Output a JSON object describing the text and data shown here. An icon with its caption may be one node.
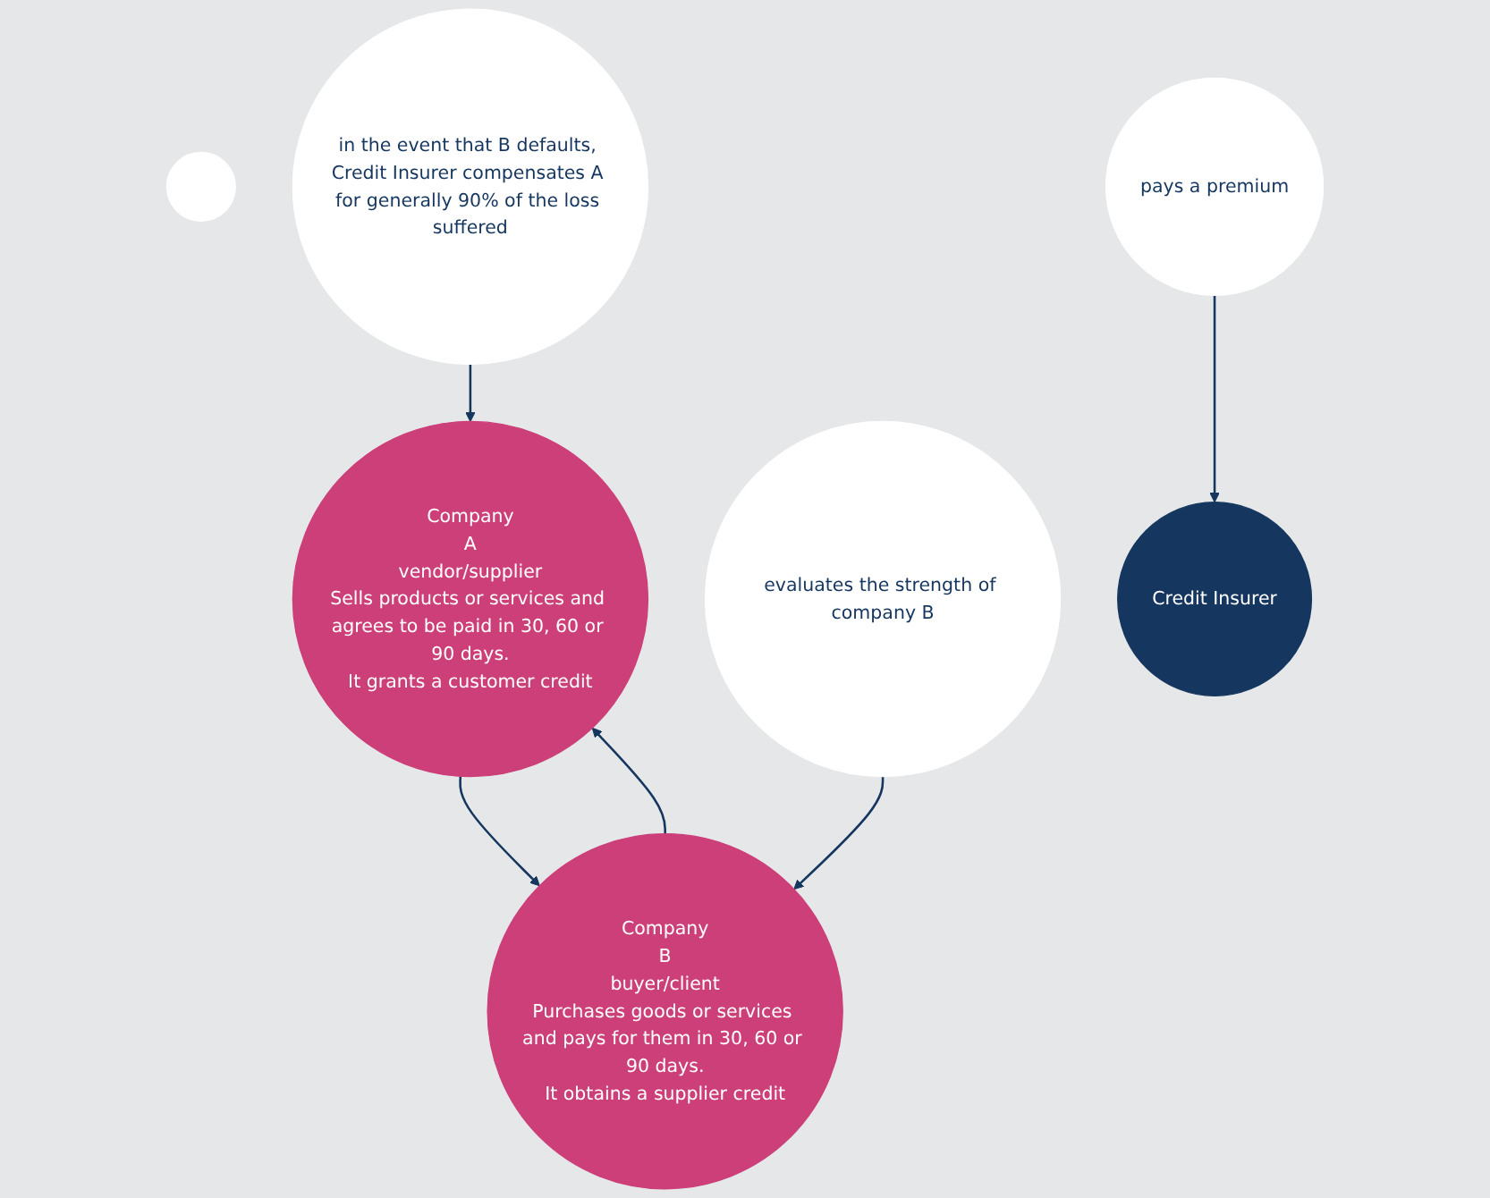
{
  "diagram": {
    "nodes": [
      {
        "text": [
          "Company",
          "A",
          "vendor/supplier",
          "Sells products or services and agrees to be paid in 30, 60 or 90 days.",
          "It grants a customer credit"
        ]
      },
      {
        "text": [],
        "shape": "circle"
      },
      {
        "text": [
          "Company",
          "B",
          "buyer/client",
          "Purchases goods or services and pays for them in 30, 60 or 90 days.",
          "It obtains a supplier credit"
        ]
      },
      {
        "text": [
          "pays a premium"
        ]
      },
      {
        "text": [
          "in the event that B defaults, Credit Insurer compensates A for generally 90% of the loss suffered"
        ]
      },
      {
        "text": [
          "evaluates the strength of company B"
        ]
      },
      {
        "text": [
          "Credit Insurer"
        ]
      }
    ],
    "edges": [
      {
        "from": 0,
        "to": 2,
        "arrow": "to"
      },
      {
        "from": 2,
        "to": 0,
        "arrow": "to"
      },
      {
        "from": 3,
        "to": 6,
        "arrow": "to"
      },
      {
        "from": 4,
        "to": 0,
        "arrow": "to"
      },
      {
        "from": 5,
        "to": 2,
        "arrow": "to"
      }
    ]
  }
}
